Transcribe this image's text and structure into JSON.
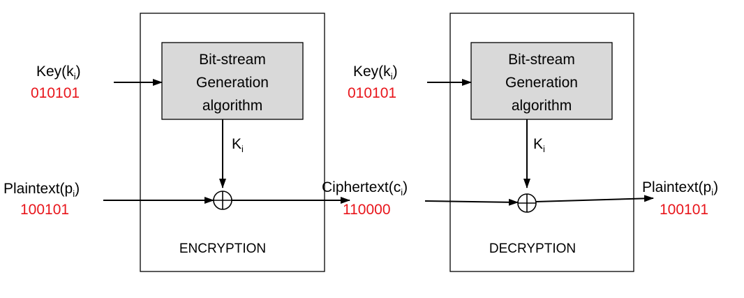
{
  "colors": {
    "value_red": "#e8151b",
    "generator_fill": "#d9d9d9",
    "line": "#000000"
  },
  "encryption": {
    "stage_label": "ENCRYPTION",
    "generator_lines": [
      "Bit-stream",
      "Generation",
      "algorithm"
    ],
    "key_label": "Key(k",
    "key_sub": "i",
    "key_close": ")",
    "key_value": "010101",
    "ks_label": "K",
    "ks_sub": "i",
    "input_label": "Plaintext(p",
    "input_sub": "i",
    "input_close": ")",
    "input_value": "100101",
    "output_label": "Ciphertext(c",
    "output_sub": "i",
    "output_close": ")",
    "output_value": "110000"
  },
  "decryption": {
    "stage_label": "DECRYPTION",
    "generator_lines": [
      "Bit-stream",
      "Generation",
      "algorithm"
    ],
    "key_label": "Key(k",
    "key_sub": "i",
    "key_close": ")",
    "key_value": "010101",
    "ks_label": "K",
    "ks_sub": "i",
    "output_label": "Plaintext(p",
    "output_sub": "i",
    "output_close": ")",
    "output_value": "100101"
  }
}
